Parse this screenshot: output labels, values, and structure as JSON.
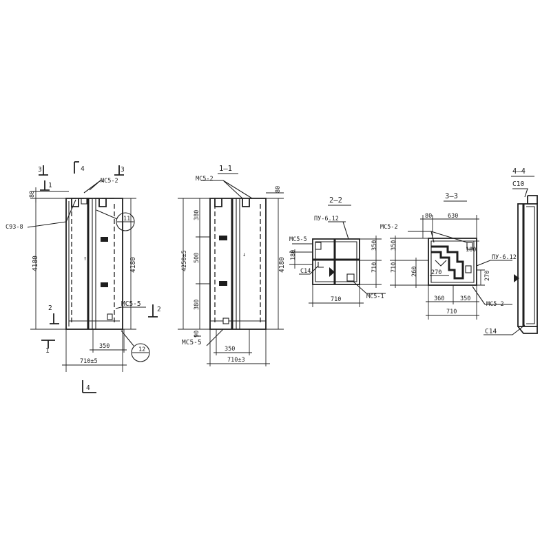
{
  "views": {
    "front": {
      "section_marks": {
        "s3_left": "3",
        "s4_top": "4",
        "s3_right": "3",
        "s1": "1",
        "s2_left": "2",
        "s2_right": "2",
        "s1_bottom": "1",
        "s4_bottom": "4"
      },
      "labels": {
        "mc52": "МС5-2",
        "c93": "С93-8",
        "mc55": "МС5-5",
        "mark_11": "11",
        "mark_11_sub": "",
        "mark_12": "12",
        "mark_12_sub": "",
        "dim_80": "80",
        "dim_4180": "4180",
        "dim_350": "350",
        "dim_710": "710±5",
        "dim_1": "1"
      }
    },
    "section_1_1": {
      "title": "1—1",
      "labels": {
        "mc52": "МС5-2",
        "mc55": "МС5-5",
        "dim_80": "80",
        "dim_4250": "4250±5",
        "dim_380a": "380",
        "dim_500": "500",
        "dim_380b": "380",
        "dim_4180": "4180",
        "dim_90": "90",
        "dim_350": "350",
        "dim_710": "710±3"
      }
    },
    "section_2_2": {
      "title": "2—2",
      "labels": {
        "py612": "ПУ-6.12",
        "mc55": "МС5-5",
        "c14": "С14",
        "mc51": "МС5-1",
        "dim_180": "180",
        "dim_350": "350",
        "dim_710v": "710",
        "dim_710h": "710"
      }
    },
    "section_3_3": {
      "title": "3—3",
      "labels": {
        "dim_80": "80",
        "dim_630": "630",
        "mc5_2": "МС5-2",
        "dim_180": "180",
        "dim_350": "350",
        "dim_710v": "710",
        "dim_260": "260",
        "dim_270a": "270",
        "dim_270b": "270",
        "py612": "ПУ-6.12",
        "dim_360": "360",
        "dim_350b": "350",
        "mc5_2b": "МС5-2",
        "dim_710h": "710"
      }
    },
    "section_4_4": {
      "title": "4—4",
      "labels": {
        "c10": "С10",
        "c14": "С14"
      }
    }
  }
}
